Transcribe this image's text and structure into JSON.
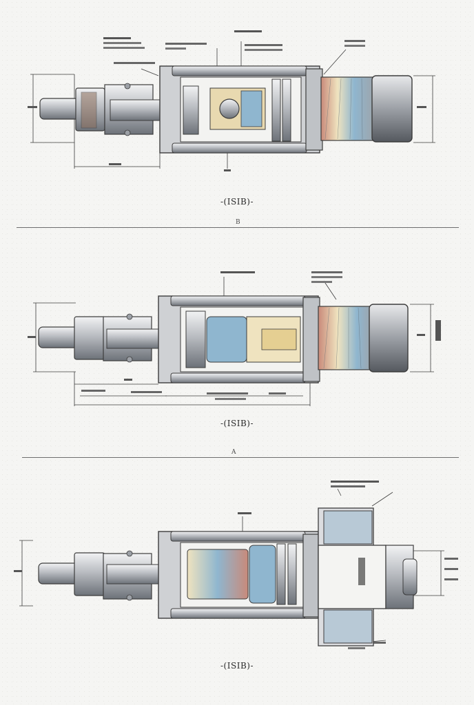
{
  "captions": [
    "-(ISIB)-",
    "-(ISIB)-",
    "-(ISIB)-"
  ],
  "divider_marks": [
    "B",
    "A"
  ],
  "colors": {
    "line": "#3c3c3c",
    "steel_light": "#d9dbde",
    "steel_mid": "#a7abb1",
    "steel_dark": "#6d7279",
    "housing": "#c9cbce",
    "winding_blue": "#8fb6cf",
    "winding_cream": "#efe3bf",
    "winding_red": "#c98a7a"
  }
}
